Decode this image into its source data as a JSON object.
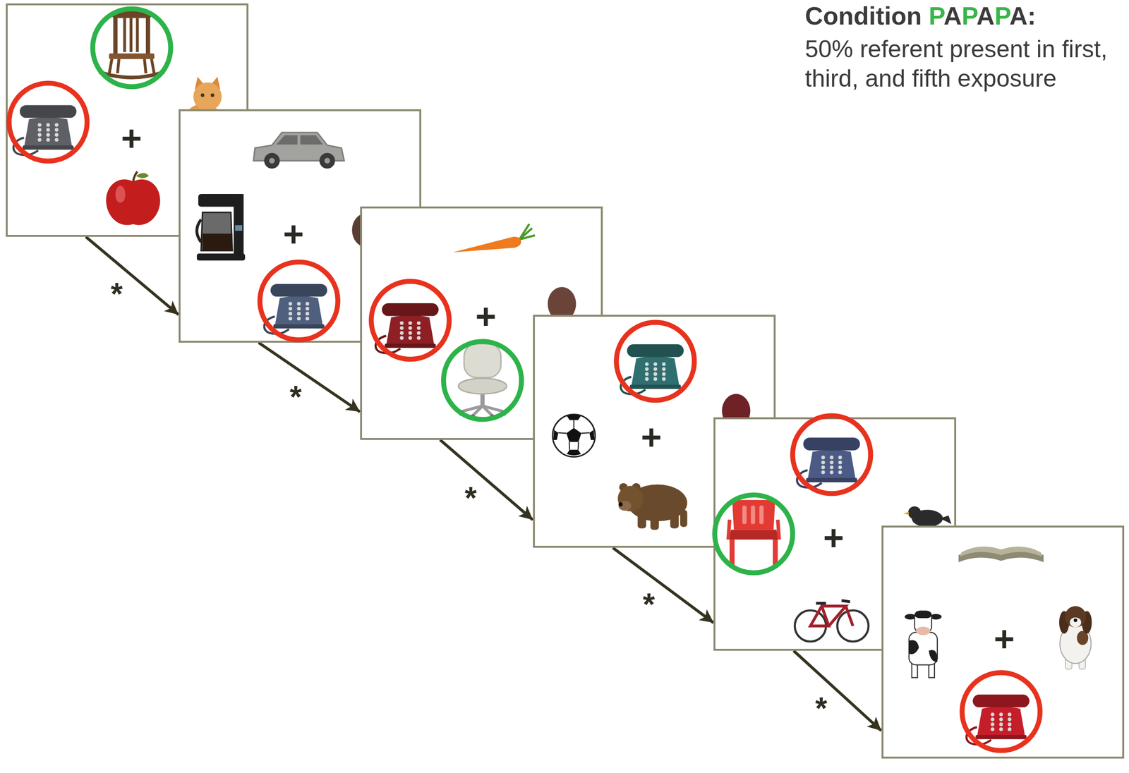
{
  "diagram": {
    "title": "Condition PAPAPA:",
    "nodes": [
      {
        "text": [
          "+"
        ]
      },
      {
        "text": [
          "+"
        ]
      },
      {
        "text": [
          "+"
        ]
      },
      {
        "text": [
          "+"
        ]
      },
      {
        "text": [
          "+"
        ]
      },
      {
        "text": [
          "+"
        ]
      }
    ],
    "edges": [
      {
        "from": 0,
        "to": 1,
        "arrow": "to",
        "label": "*"
      },
      {
        "from": 1,
        "to": 2,
        "arrow": "to",
        "label": "*"
      },
      {
        "from": 2,
        "to": 3,
        "arrow": "to",
        "label": "*"
      },
      {
        "from": 3,
        "to": 4,
        "arrow": "to",
        "label": "*"
      },
      {
        "from": 4,
        "to": 5,
        "arrow": "to",
        "label": "*"
      }
    ],
    "labels": [
      "50% referent present in first, third, and fifth exposure"
    ]
  }
}
